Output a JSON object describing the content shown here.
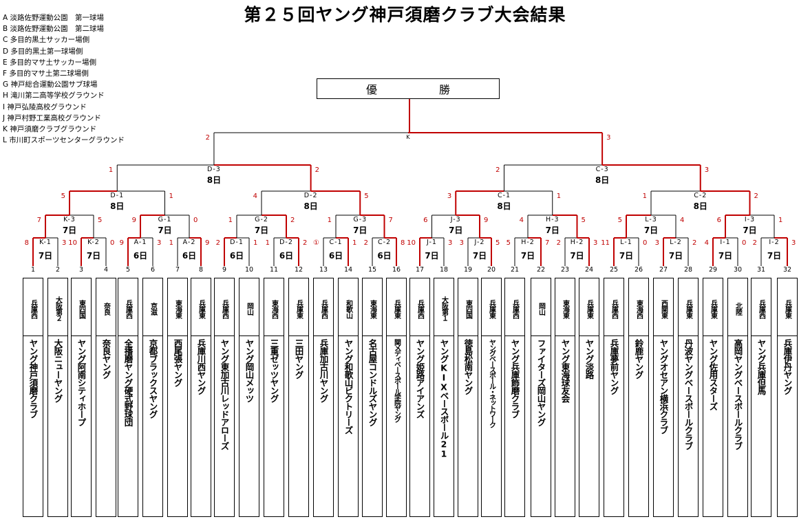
{
  "title": "第２５回ヤング神戸須磨クラブ大会結果",
  "venues": [
    "A 淡路佐野運動公園　第一球場",
    "B 淡路佐野運動公園　第二球場",
    "C 多目的黒土サッカー場側",
    "D 多目的黒土第一球場側",
    "E 多目的マサ土サッカー場側",
    "F 多目的マサ土第二球場側",
    "G 神戸総合運動公園サブ球場",
    "H 滝川第二高等学校グラウンド",
    "I 神戸弘陵高校グラウンド",
    "J 神戸村野工業高校グラウンド",
    "K 神戸須磨クラブグラウンド",
    "L 市川町スポーツセンターグラウンド"
  ],
  "champion_label": "優勝",
  "colors": {
    "winner_line": "#c00000",
    "line": "#000000",
    "score": "#c00000"
  },
  "teams": [
    {
      "no": "1",
      "region": "兵庫西",
      "name": "ヤング神戸須磨クラブ"
    },
    {
      "no": "2",
      "region": "大阪第２",
      "name": "大阪ニューヤング"
    },
    {
      "no": "3",
      "region": "東四国",
      "name": "ヤング阿南シティホープ"
    },
    {
      "no": "4",
      "region": "奈良",
      "name": "奈良ヤング"
    },
    {
      "no": "5",
      "region": "兵庫西",
      "name": "全播磨ヤング硬式野球団"
    },
    {
      "no": "6",
      "region": "京滋",
      "name": "京都ブラックスヤング"
    },
    {
      "no": "7",
      "region": "東海東",
      "name": "西尾張ヤング"
    },
    {
      "no": "8",
      "region": "兵庫東",
      "name": "兵庫川西ヤング"
    },
    {
      "no": "9",
      "region": "兵庫西",
      "name": "ヤング東加古川レッドアローズ"
    },
    {
      "no": "10",
      "region": "岡山",
      "name": "ヤング岡山メッツ"
    },
    {
      "no": "11",
      "region": "東海西",
      "name": "三重ゼッツヤング"
    },
    {
      "no": "12",
      "region": "兵庫東",
      "name": "三田ヤング"
    },
    {
      "no": "13",
      "region": "兵庫西",
      "name": "兵庫加古川ヤング"
    },
    {
      "no": "14",
      "region": "和歌山",
      "name": "ヤング和歌山ビクトリーズ"
    },
    {
      "no": "15",
      "region": "東海東",
      "name": "名古屋コンドルズヤング"
    },
    {
      "no": "16",
      "region": "兵庫東",
      "name": "関メディベースボール学院ヤング"
    },
    {
      "no": "17",
      "region": "兵庫西",
      "name": "ヤング姫路アイアンズ"
    },
    {
      "no": "18",
      "region": "大阪第１",
      "name": "ヤングKIXベースボール21"
    },
    {
      "no": "19",
      "region": "東四国",
      "name": "徳島松南ヤング"
    },
    {
      "no": "20",
      "region": "兵庫東",
      "name": "ヤングベースボール・ネットワーク"
    },
    {
      "no": "21",
      "region": "兵庫西",
      "name": "ヤング兵庫飾磨クラブ"
    },
    {
      "no": "22",
      "region": "岡山",
      "name": "ファイターズ岡山ヤング"
    },
    {
      "no": "23",
      "region": "東海東",
      "name": "ヤング東海球友会"
    },
    {
      "no": "24",
      "region": "兵庫東",
      "name": "ヤング淡路"
    },
    {
      "no": "25",
      "region": "兵庫西",
      "name": "兵庫夢前ヤング"
    },
    {
      "no": "26",
      "region": "東海西",
      "name": "鈴鹿ヤング"
    },
    {
      "no": "27",
      "region": "西関東",
      "name": "ヤングオセアン横浜クラブ"
    },
    {
      "no": "28",
      "region": "兵庫東",
      "name": "丹波ヤングベースボールクラブ"
    },
    {
      "no": "29",
      "region": "兵庫東",
      "name": "ヤング佐用スターズ"
    },
    {
      "no": "30",
      "region": "北陸",
      "name": "高岡ヤングベースボールクラブ"
    },
    {
      "no": "31",
      "region": "兵庫西",
      "name": "ヤング兵庫但馬"
    },
    {
      "no": "32",
      "region": "兵庫東",
      "name": "兵庫伊丹ヤング"
    }
  ],
  "matches": [
    {
      "id": "K-1",
      "date": "7日",
      "scores": [
        "8",
        "3"
      ]
    },
    {
      "id": "K-2",
      "date": "7日",
      "scores": [
        "10",
        "0"
      ]
    },
    {
      "id": "A-1",
      "date": "6日",
      "scores": [
        "9",
        "3"
      ]
    },
    {
      "id": "A-2",
      "date": "6日",
      "scores": [
        "1",
        "9"
      ]
    },
    {
      "id": "D-1",
      "date": "6日",
      "scores": [
        "2",
        "1"
      ]
    },
    {
      "id": "D-2",
      "date": "6日",
      "scores": [
        "1",
        "2"
      ]
    },
    {
      "id": "C-1",
      "date": "6日",
      "scores": [
        "①",
        "1"
      ]
    },
    {
      "id": "C-2",
      "date": "6日",
      "scores": [
        "2",
        "8"
      ]
    },
    {
      "id": "J-1",
      "date": "7日",
      "scores": [
        "10",
        "3"
      ]
    },
    {
      "id": "J-2",
      "date": "7日",
      "scores": [
        "3",
        "5"
      ]
    },
    {
      "id": "H-2",
      "date": "7日",
      "scores": [
        "5",
        "7"
      ]
    },
    {
      "id": "H-2",
      "date": "7日",
      "scores": [
        "2",
        "3"
      ]
    },
    {
      "id": "L-1",
      "date": "7日",
      "scores": [
        "11",
        "0"
      ]
    },
    {
      "id": "L-2",
      "date": "7日",
      "scores": [
        "3",
        "2"
      ]
    },
    {
      "id": "I-1",
      "date": "7日",
      "scores": [
        "4",
        "0"
      ]
    },
    {
      "id": "I-2",
      "date": "7日",
      "scores": [
        "2",
        "3"
      ]
    },
    {
      "id": "K-3",
      "date": "7日",
      "scores": [
        "7",
        "5"
      ]
    },
    {
      "id": "G-1",
      "date": "7日",
      "scores": [
        "9",
        "0"
      ]
    },
    {
      "id": "G-2",
      "date": "7日",
      "scores": [
        "1",
        "2"
      ]
    },
    {
      "id": "G-3",
      "date": "7日",
      "scores": [
        "1",
        "7"
      ]
    },
    {
      "id": "J-3",
      "date": "7日",
      "scores": [
        "6",
        "9"
      ]
    },
    {
      "id": "H-3",
      "date": "7日",
      "scores": [
        "4",
        "5"
      ]
    },
    {
      "id": "L-3",
      "date": "7日",
      "scores": [
        "5",
        "4"
      ]
    },
    {
      "id": "I-3",
      "date": "7日",
      "scores": [
        "6",
        "1"
      ]
    },
    {
      "id": "D-1",
      "date": "8日",
      "scores": [
        "5",
        "1"
      ]
    },
    {
      "id": "D-2",
      "date": "8日",
      "scores": [
        "4",
        "5"
      ]
    },
    {
      "id": "C-1",
      "date": "8日",
      "scores": [
        "3",
        "1"
      ]
    },
    {
      "id": "C-2",
      "date": "8日",
      "scores": [
        "1",
        "2"
      ]
    },
    {
      "id": "D-3",
      "date": "8日",
      "scores": [
        "1",
        "2"
      ]
    },
    {
      "id": "C-3",
      "date": "8日",
      "scores": [
        "2",
        "3"
      ]
    },
    {
      "id": "K",
      "date": "",
      "scores": [
        "2",
        "3"
      ]
    }
  ]
}
